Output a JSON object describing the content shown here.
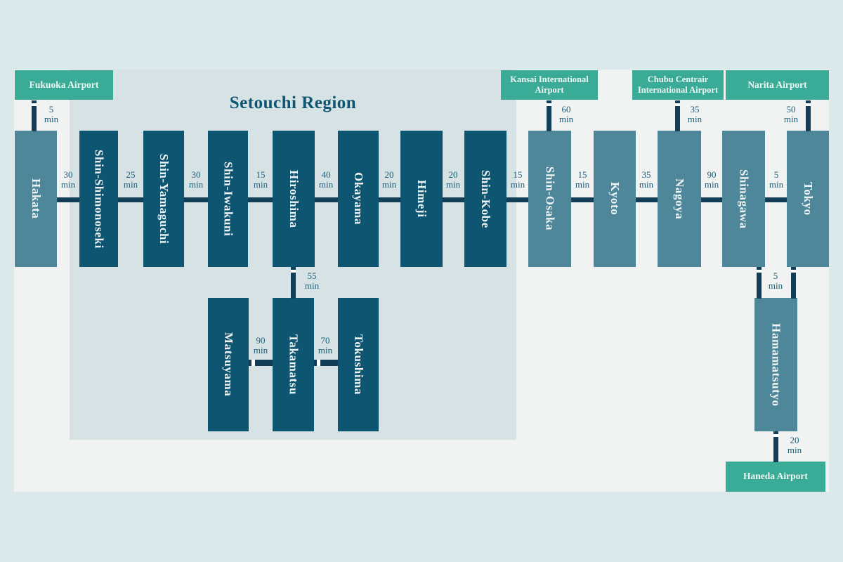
{
  "diagram": {
    "title": "Setouchi Region",
    "colors": {
      "page_background": "#dce9eb",
      "panel_background": "#f1f2f2",
      "region_background": "#d6e2e4",
      "airport_box": "#3aab96",
      "station_dark": "#0d5570",
      "station_light": "#4d8799",
      "connector": "#123f57",
      "label_text": "#1b5f7a"
    },
    "unit_label": "min"
  },
  "airports": [
    {
      "id": "fukuoka",
      "name": "Fukuoka Airport"
    },
    {
      "id": "kansai",
      "name": "Kansai International Airport"
    },
    {
      "id": "chubu",
      "name": "Chubu Centrair International Airport"
    },
    {
      "id": "narita",
      "name": "Narita Airport"
    },
    {
      "id": "haneda",
      "name": "Haneda Airport"
    }
  ],
  "stations": {
    "main_line": [
      {
        "id": "hakata",
        "name": "Hakata",
        "region": "outside"
      },
      {
        "id": "shin-shimonoseki",
        "name": "Shin-Shimonoseki",
        "region": "setouchi"
      },
      {
        "id": "shin-yamaguchi",
        "name": "Shin-Yamaguchi",
        "region": "setouchi"
      },
      {
        "id": "shin-iwakuni",
        "name": "Shin-Iwakuni",
        "region": "setouchi"
      },
      {
        "id": "hiroshima",
        "name": "Hiroshima",
        "region": "setouchi"
      },
      {
        "id": "okayama",
        "name": "Okayama",
        "region": "setouchi"
      },
      {
        "id": "himeji",
        "name": "Himeji",
        "region": "setouchi"
      },
      {
        "id": "shin-kobe",
        "name": "Shin-Kobe",
        "region": "setouchi"
      },
      {
        "id": "shin-osaka",
        "name": "Shin-Osaka",
        "region": "outside"
      },
      {
        "id": "kyoto",
        "name": "Kyoto",
        "region": "outside"
      },
      {
        "id": "nagoya",
        "name": "Nagoya",
        "region": "outside"
      },
      {
        "id": "shinagawa",
        "name": "Shinagawa",
        "region": "outside"
      },
      {
        "id": "tokyo",
        "name": "Tokyo",
        "region": "outside"
      }
    ],
    "shikoku_line": [
      {
        "id": "matsuyama",
        "name": "Matsuyama",
        "region": "setouchi"
      },
      {
        "id": "takamatsu",
        "name": "Takamatsu",
        "region": "setouchi"
      },
      {
        "id": "tokushima",
        "name": "Tokushima",
        "region": "setouchi"
      }
    ],
    "tokyo_branch": [
      {
        "id": "hamamatsutyo",
        "name": "Hamamatsutyo",
        "region": "outside"
      }
    ]
  },
  "connections": {
    "main_line": [
      {
        "from": "hakata",
        "to": "shin-shimonoseki",
        "minutes": "30",
        "mode": "rail"
      },
      {
        "from": "shin-shimonoseki",
        "to": "shin-yamaguchi",
        "minutes": "25",
        "mode": "rail"
      },
      {
        "from": "shin-yamaguchi",
        "to": "shin-iwakuni",
        "minutes": "30",
        "mode": "rail"
      },
      {
        "from": "shin-iwakuni",
        "to": "hiroshima",
        "minutes": "15",
        "mode": "rail"
      },
      {
        "from": "hiroshima",
        "to": "okayama",
        "minutes": "40",
        "mode": "rail"
      },
      {
        "from": "okayama",
        "to": "himeji",
        "minutes": "20",
        "mode": "rail"
      },
      {
        "from": "himeji",
        "to": "shin-kobe",
        "minutes": "20",
        "mode": "rail"
      },
      {
        "from": "shin-kobe",
        "to": "shin-osaka",
        "minutes": "15",
        "mode": "rail"
      },
      {
        "from": "shin-osaka",
        "to": "kyoto",
        "minutes": "15",
        "mode": "rail"
      },
      {
        "from": "kyoto",
        "to": "nagoya",
        "minutes": "35",
        "mode": "rail"
      },
      {
        "from": "nagoya",
        "to": "shinagawa",
        "minutes": "90",
        "mode": "rail"
      },
      {
        "from": "shinagawa",
        "to": "tokyo",
        "minutes": "5",
        "mode": "rail"
      }
    ],
    "shikoku_line": [
      {
        "from": "matsuyama",
        "to": "takamatsu",
        "minutes": "90",
        "mode": "ferry"
      },
      {
        "from": "takamatsu",
        "to": "tokushima",
        "minutes": "70",
        "mode": "ferry"
      }
    ],
    "vertical": [
      {
        "from": "fukuoka",
        "to": "hakata",
        "minutes": "5",
        "mode": "transfer"
      },
      {
        "from": "kansai",
        "to": "shin-osaka",
        "minutes": "60",
        "mode": "transfer"
      },
      {
        "from": "chubu",
        "to": "nagoya",
        "minutes": "35",
        "mode": "transfer"
      },
      {
        "from": "narita",
        "to": "tokyo",
        "minutes": "50",
        "mode": "transfer"
      },
      {
        "from": "hiroshima",
        "to": "takamatsu",
        "minutes": "55",
        "mode": "transfer"
      },
      {
        "from": "shinagawa",
        "to": "hamamatsutyo",
        "minutes": "5",
        "mode": "transfer"
      },
      {
        "from": "tokyo",
        "to": "hamamatsutyo",
        "minutes": "5",
        "mode": "transfer"
      },
      {
        "from": "hamamatsutyo",
        "to": "haneda",
        "minutes": "20",
        "mode": "transfer"
      }
    ]
  }
}
